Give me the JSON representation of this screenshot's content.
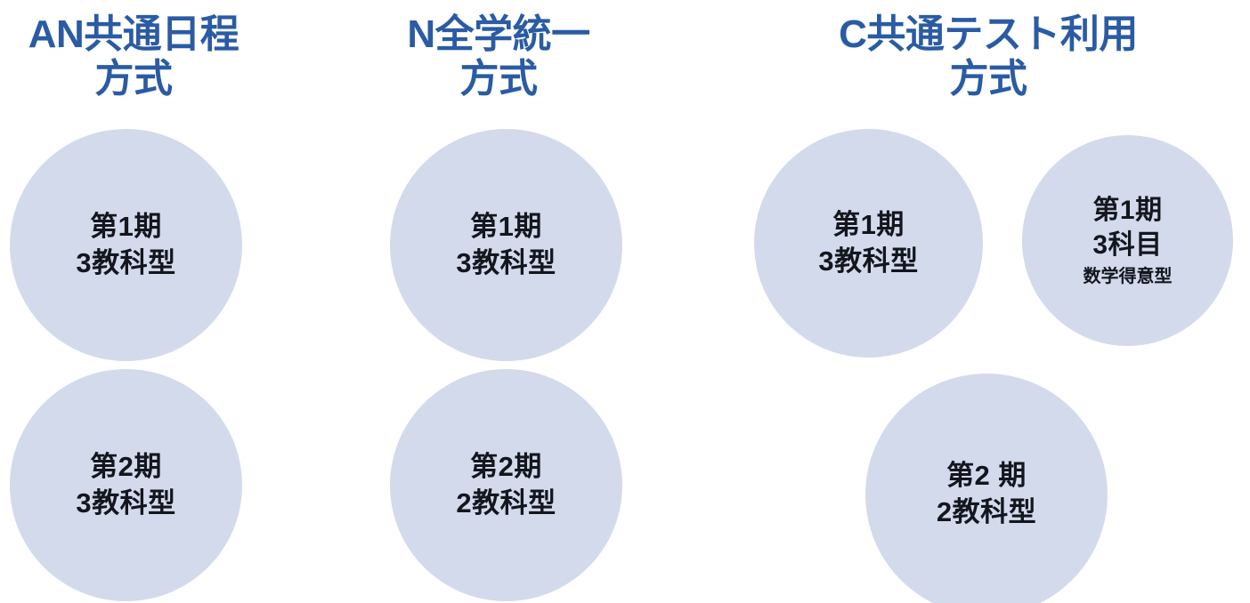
{
  "diagram": {
    "title_color": "#2a5ba4",
    "circle_fill": "#d3daec",
    "circle_text_color": "#14161e",
    "columns": [
      {
        "id": "an",
        "heading_line1": "AN共通日程",
        "heading_line2": "方式",
        "circles": [
          {
            "line1": "第1期",
            "line2": "3教科型",
            "line3": ""
          },
          {
            "line1": "第2期",
            "line2": "3教科型",
            "line3": ""
          }
        ]
      },
      {
        "id": "n",
        "heading_line1": "N全学統一",
        "heading_line2": "方式",
        "circles": [
          {
            "line1": "第1期",
            "line2": "3教科型",
            "line3": ""
          },
          {
            "line1": "第2期",
            "line2": "2教科型",
            "line3": ""
          }
        ]
      },
      {
        "id": "c",
        "heading_line1": "C共通テスト利用",
        "heading_line2": "方式",
        "circles": [
          {
            "line1": "第1期",
            "line2": "3教科型",
            "line3": ""
          },
          {
            "line1": "第1期",
            "line2": "3科目",
            "line3": "数学得意型"
          },
          {
            "line1": "第2 期",
            "line2": "2教科型",
            "line3": ""
          }
        ]
      }
    ]
  }
}
